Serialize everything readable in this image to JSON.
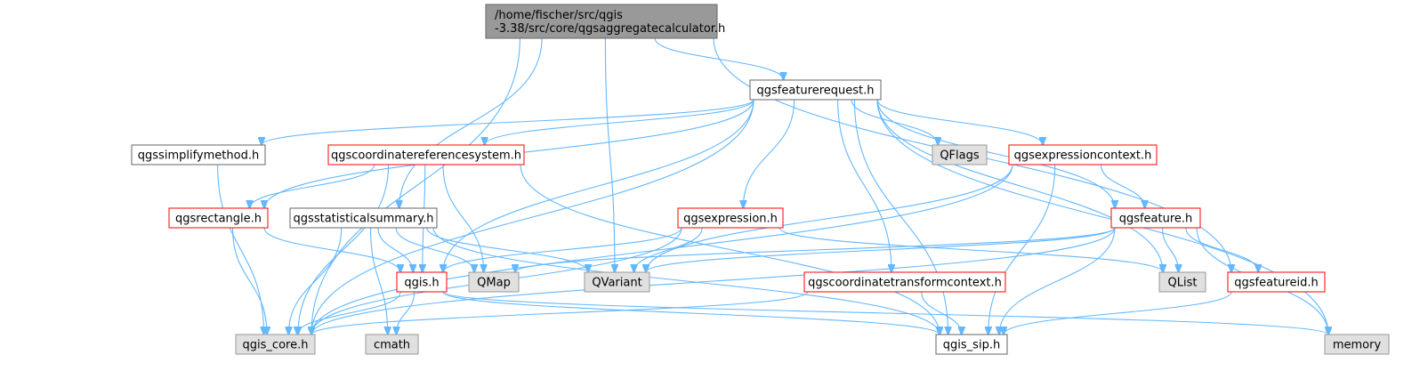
{
  "colors": {
    "edge": "#63b8ff",
    "root_fill": "#999999",
    "normal_fill": "#ffffff",
    "normal_border": "#666666",
    "incomplete_border": "#ff0000",
    "external_fill": "#e0e0e0",
    "external_border": "#999999"
  },
  "nodes": [
    {
      "id": "root",
      "lines": [
        "/home/fischer/src/qgis",
        "-3.38/src/core/qgsaggregatecalculator.h"
      ],
      "kind": "root"
    },
    {
      "id": "qgsfeaturerequest",
      "lines": [
        "qgsfeaturerequest.h"
      ],
      "kind": "normal"
    },
    {
      "id": "qgssimplifymethod",
      "lines": [
        "qgssimplifymethod.h"
      ],
      "kind": "normal"
    },
    {
      "id": "qgscoordinatereferencesystem",
      "lines": [
        "qgscoordinatereferencesystem.h"
      ],
      "kind": "incomplete"
    },
    {
      "id": "qflags",
      "lines": [
        "QFlags"
      ],
      "kind": "external"
    },
    {
      "id": "qgsexpressioncontext",
      "lines": [
        "qgsexpressioncontext.h"
      ],
      "kind": "incomplete"
    },
    {
      "id": "qgsrectangle",
      "lines": [
        "qgsrectangle.h"
      ],
      "kind": "incomplete"
    },
    {
      "id": "qgsstatisticalsummary",
      "lines": [
        "qgsstatisticalsummary.h"
      ],
      "kind": "normal"
    },
    {
      "id": "qgsexpression",
      "lines": [
        "qgsexpression.h"
      ],
      "kind": "incomplete"
    },
    {
      "id": "qgsfeature",
      "lines": [
        "qgsfeature.h"
      ],
      "kind": "incomplete"
    },
    {
      "id": "qgis",
      "lines": [
        "qgis.h"
      ],
      "kind": "incomplete"
    },
    {
      "id": "qmap",
      "lines": [
        "QMap"
      ],
      "kind": "external"
    },
    {
      "id": "qvariant",
      "lines": [
        "QVariant"
      ],
      "kind": "external"
    },
    {
      "id": "qgscoordinatetransformcontext",
      "lines": [
        "qgscoordinatetransformcontext.h"
      ],
      "kind": "incomplete"
    },
    {
      "id": "qlist",
      "lines": [
        "QList"
      ],
      "kind": "external"
    },
    {
      "id": "qgsfeatureid",
      "lines": [
        "qgsfeatureid.h"
      ],
      "kind": "incomplete"
    },
    {
      "id": "qgis_core",
      "lines": [
        "qgis_core.h"
      ],
      "kind": "external"
    },
    {
      "id": "cmath",
      "lines": [
        "cmath"
      ],
      "kind": "external"
    },
    {
      "id": "qgis_sip",
      "lines": [
        "qgis_sip.h"
      ],
      "kind": "normal"
    },
    {
      "id": "memory",
      "lines": [
        "memory"
      ],
      "kind": "external"
    }
  ],
  "edges": [
    [
      "root",
      "qgis_core"
    ],
    [
      "root",
      "qgsstatisticalsummary"
    ],
    [
      "root",
      "qvariant"
    ],
    [
      "root",
      "qgsfeaturerequest"
    ],
    [
      "root",
      "qgsfeatureid"
    ],
    [
      "qgsfeaturerequest",
      "qgssimplifymethod"
    ],
    [
      "qgsfeaturerequest",
      "qgscoordinatereferencesystem"
    ],
    [
      "qgsfeaturerequest",
      "qflags"
    ],
    [
      "qgsfeaturerequest",
      "qgsexpressioncontext"
    ],
    [
      "qgsfeaturerequest",
      "qgsrectangle"
    ],
    [
      "qgsfeaturerequest",
      "qgis_core"
    ],
    [
      "qgsfeaturerequest",
      "qgis"
    ],
    [
      "qgsfeaturerequest",
      "qgsexpression"
    ],
    [
      "qgsfeaturerequest",
      "qgscoordinatetransformcontext"
    ],
    [
      "qgsfeaturerequest",
      "qgis_sip"
    ],
    [
      "qgsfeaturerequest",
      "qgsfeature"
    ],
    [
      "qgsfeaturerequest",
      "qlist"
    ],
    [
      "qgsfeaturerequest",
      "memory"
    ],
    [
      "qgssimplifymethod",
      "qgis_core"
    ],
    [
      "qgscoordinatereferencesystem",
      "qgsrectangle"
    ],
    [
      "qgscoordinatereferencesystem",
      "qgis_core"
    ],
    [
      "qgscoordinatereferencesystem",
      "qgis"
    ],
    [
      "qgscoordinatereferencesystem",
      "qmap"
    ],
    [
      "qgscoordinatereferencesystem",
      "qgis_sip"
    ],
    [
      "qgsexpressioncontext",
      "qgsfeature"
    ],
    [
      "qgsexpressioncontext",
      "qgis_core"
    ],
    [
      "qgsexpressioncontext",
      "qvariant"
    ],
    [
      "qgsexpressioncontext",
      "qgis_sip"
    ],
    [
      "qgsrectangle",
      "qgis"
    ],
    [
      "qgsrectangle",
      "qgis_core"
    ],
    [
      "qgsstatisticalsummary",
      "qgis"
    ],
    [
      "qgsstatisticalsummary",
      "qmap"
    ],
    [
      "qgsstatisticalsummary",
      "qvariant"
    ],
    [
      "qgsstatisticalsummary",
      "qgis_core"
    ],
    [
      "qgsstatisticalsummary",
      "cmath"
    ],
    [
      "qgsstatisticalsummary",
      "qgis_sip"
    ],
    [
      "qgsexpression",
      "qgis"
    ],
    [
      "qgsexpression",
      "qvariant"
    ],
    [
      "qgsexpression",
      "qlist"
    ],
    [
      "qgsexpression",
      "qgis_core"
    ],
    [
      "qgsfeature",
      "qlist"
    ],
    [
      "qgsfeature",
      "qgsfeatureid"
    ],
    [
      "qgsfeature",
      "qmap"
    ],
    [
      "qgsfeature",
      "qvariant"
    ],
    [
      "qgsfeature",
      "qgis_core"
    ],
    [
      "qgsfeature",
      "qgis_sip"
    ],
    [
      "qgsfeature",
      "memory"
    ],
    [
      "qgis",
      "qgis_core"
    ],
    [
      "qgis",
      "cmath"
    ],
    [
      "qgis",
      "qgis_sip"
    ],
    [
      "qgis",
      "memory"
    ],
    [
      "qgscoordinatetransformcontext",
      "qgis_core"
    ],
    [
      "qgscoordinatetransformcontext",
      "qgis_sip"
    ],
    [
      "qgsfeatureid",
      "qgis_sip"
    ]
  ]
}
